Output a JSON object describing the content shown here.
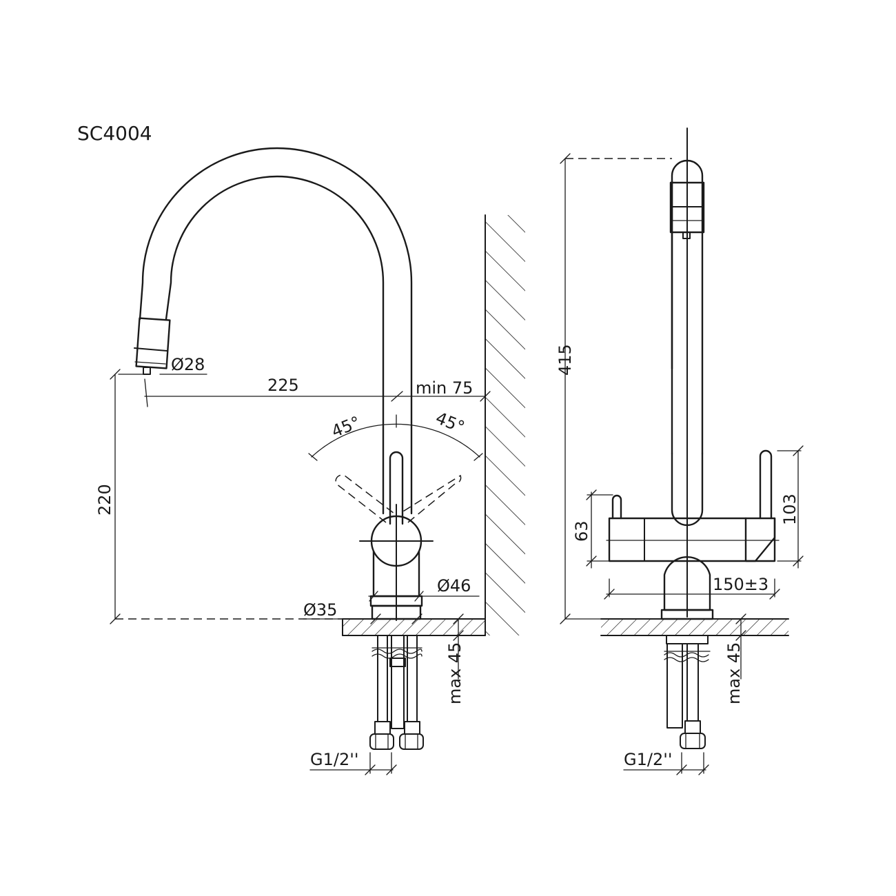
{
  "model": "SC4004",
  "front_view": {
    "spout_diameter": "Ø28",
    "reach": "225",
    "wall_clearance": "min 75",
    "swivel_left": "45°",
    "swivel_right": "45°",
    "height": "220",
    "body_diameter": "Ø46",
    "base_diameter": "Ø35",
    "max_thickness": "max 45",
    "thread": "G1/2''"
  },
  "side_view": {
    "overall_height": "415",
    "lever_height": "103",
    "body_height": "63",
    "body_width": "150±3",
    "max_thickness": "max 45",
    "thread": "G1/2''"
  }
}
